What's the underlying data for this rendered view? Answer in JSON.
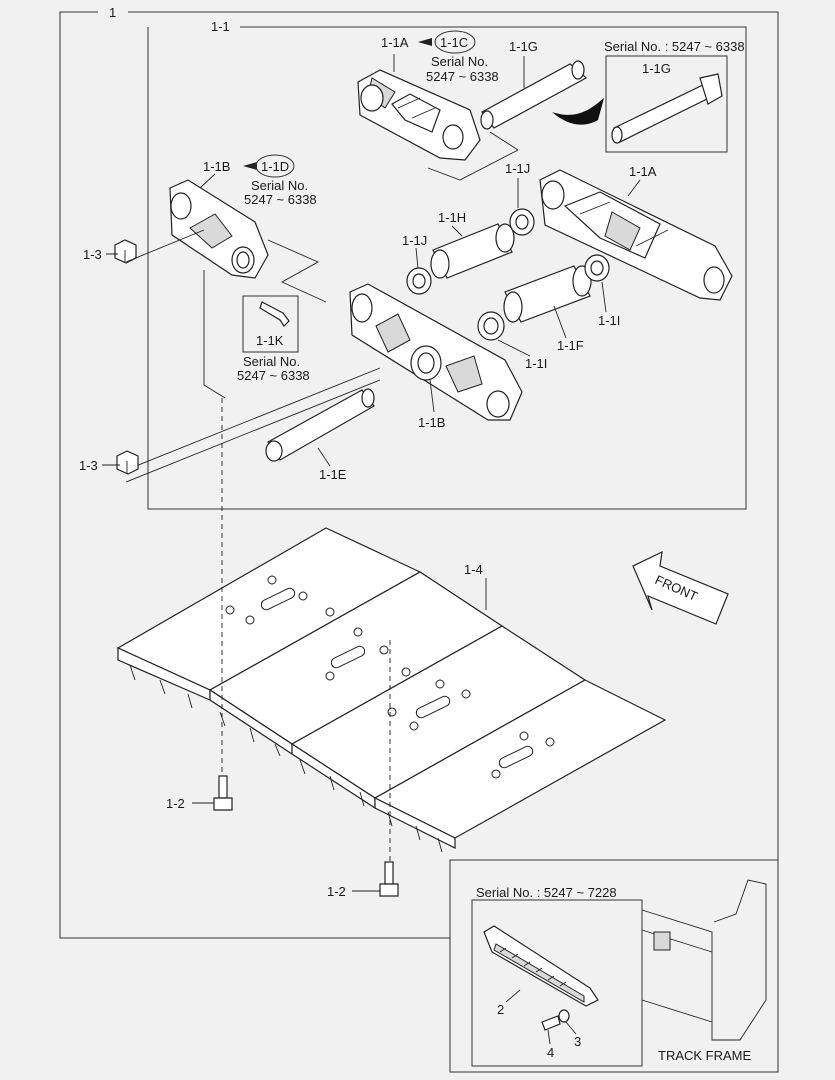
{
  "labels": {
    "assembly": "1",
    "chain": "1-1",
    "link_a": "1-1A",
    "link_c": "1-1C",
    "serial_no": "Serial No.",
    "serial_range_a": "5247 ~ 6338",
    "pin_g": "1-1G",
    "serial_box_g": "Serial No. : 5247 ~ 6338",
    "pin_g_inset": "1-1G",
    "link_b": "1-1B",
    "link_d": "1-1D",
    "serial_range_b": "5247 ~ 6338",
    "seal_j_top": "1-1J",
    "link_a2": "1-1A",
    "bushing_h": "1-1H",
    "seal_j_left": "1-1J",
    "nut_top": "1-3",
    "pin_k": "1-1K",
    "serial_k": "Serial No.",
    "serial_range_k": "5247 ~ 6338",
    "seal_i_right": "1-1I",
    "bushing_f": "1-1F",
    "seal_i_mid": "1-1I",
    "link_b2": "1-1B",
    "pin_e": "1-1E",
    "nut_bottom": "1-3",
    "shoe": "1-4",
    "front": "FRONT",
    "bolt_left": "1-2",
    "bolt_bottom": "1-2",
    "inset_serial": "Serial No. : 5247 ~ 7228",
    "guard": "2",
    "washer": "3",
    "bolt": "4",
    "track_frame": "TRACK FRAME"
  }
}
